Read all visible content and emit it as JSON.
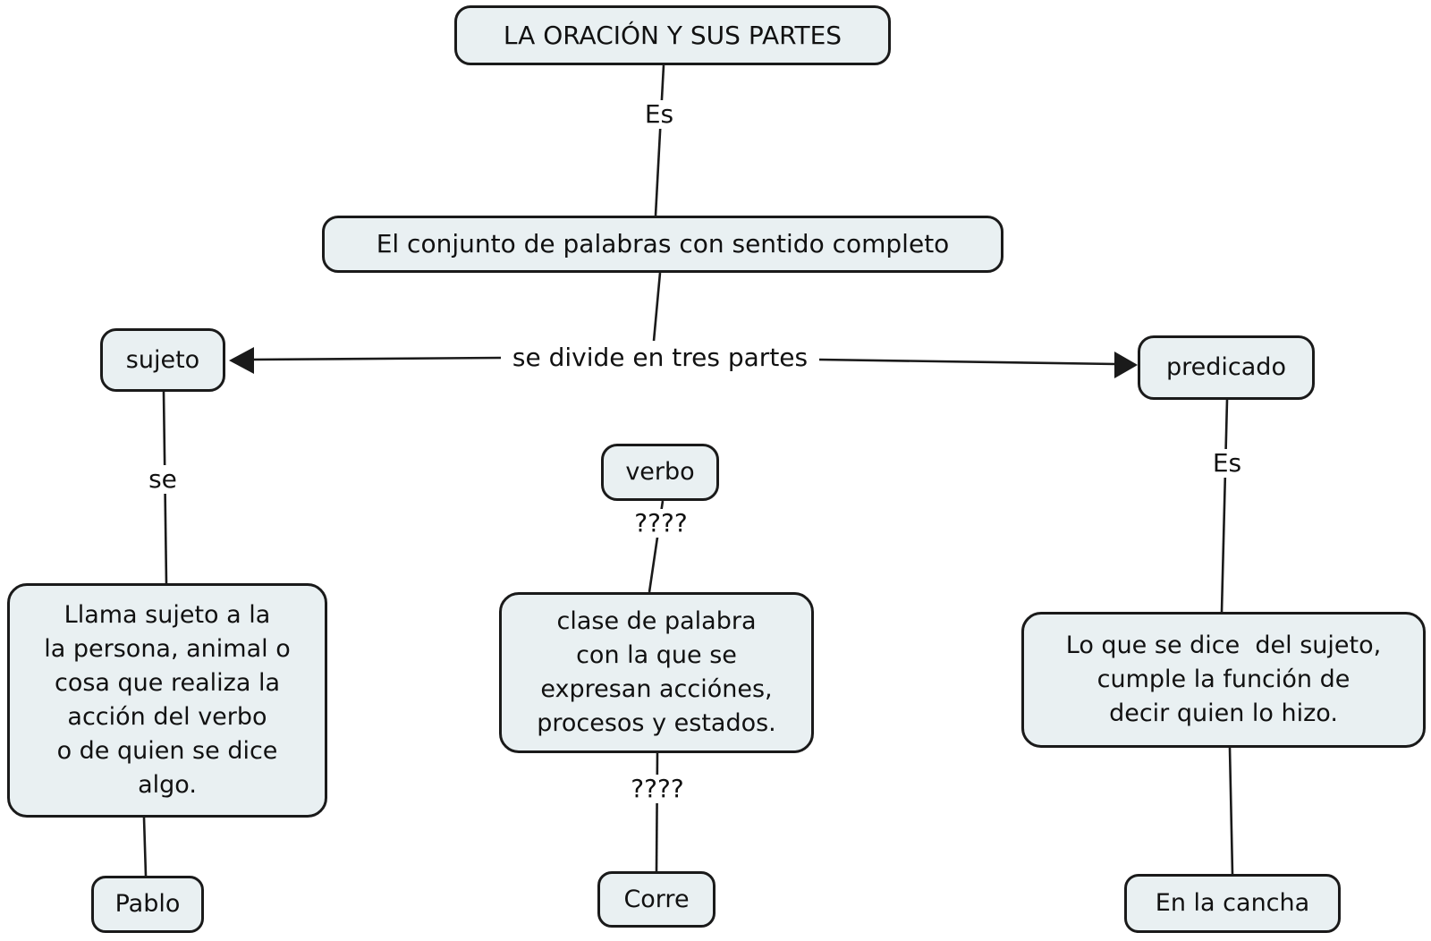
{
  "diagram": {
    "colors": {
      "background": "#ffffff",
      "node_fill": "#e9f0f2",
      "node_border": "#1a1a1a",
      "line": "#1a1a1a",
      "text": "#111111"
    },
    "nodes": {
      "oracion": "LA ORACIÓN Y SUS PARTES",
      "definicion": "El conjunto de palabras con sentido completo",
      "sujeto": "sujeto",
      "predicado": "predicado",
      "verbo": "verbo",
      "sujeto_descripcion": "Llama sujeto a la\nla persona, animal o\ncosa que realiza la\nacción del verbo\no de quien se dice\nalgo.",
      "verbo_descripcion": "clase de palabra\ncon la que se\nexpresan acciónes,\nprocesos y estados.",
      "predicado_descripcion": "Lo que se dice  del sujeto,\ncumple la función de\ndecir quien lo hizo.",
      "ejemplo_sujeto": "Pablo",
      "ejemplo_verbo": "Corre",
      "ejemplo_predicado": "En la cancha"
    },
    "link_labels": {
      "es_arriba": "Es",
      "se_divide": "se divide en tres partes",
      "se": "se",
      "interrogantes_arriba": "????",
      "interrogantes_abajo": "????",
      "es_derecha": "Es"
    }
  }
}
